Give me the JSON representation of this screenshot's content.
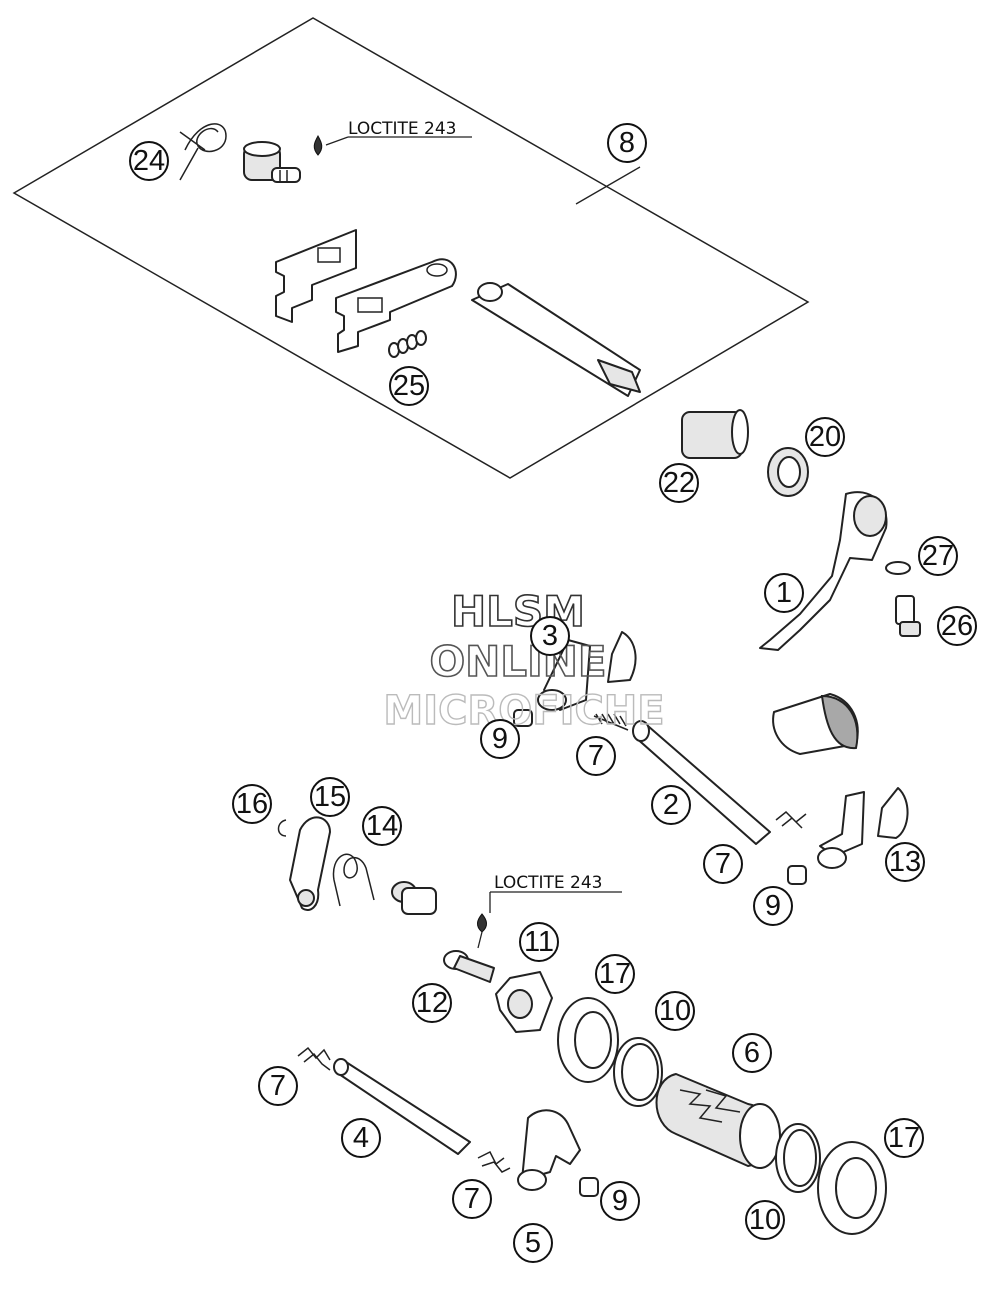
{
  "watermark": {
    "line1": "HLSM",
    "line2": "ONLINE",
    "line3": "MICROFICHE"
  },
  "annotations": {
    "loctite_top": "LOCTITE 243",
    "loctite_bottom": "LOCTITE 243"
  },
  "callouts": {
    "c1": "1",
    "c2": "2",
    "c3": "3",
    "c4": "4",
    "c5": "5",
    "c6": "6",
    "c7a": "7",
    "c7b": "7",
    "c7c": "7",
    "c7d": "7",
    "c8": "8",
    "c9a": "9",
    "c9b": "9",
    "c9c": "9",
    "c10a": "10",
    "c10b": "10",
    "c11": "11",
    "c12": "12",
    "c13": "13",
    "c14": "14",
    "c15": "15",
    "c16": "16",
    "c17a": "17",
    "c17b": "17",
    "c20": "20",
    "c22": "22",
    "c24": "24",
    "c25": "25",
    "c26": "26",
    "c27": "27"
  }
}
